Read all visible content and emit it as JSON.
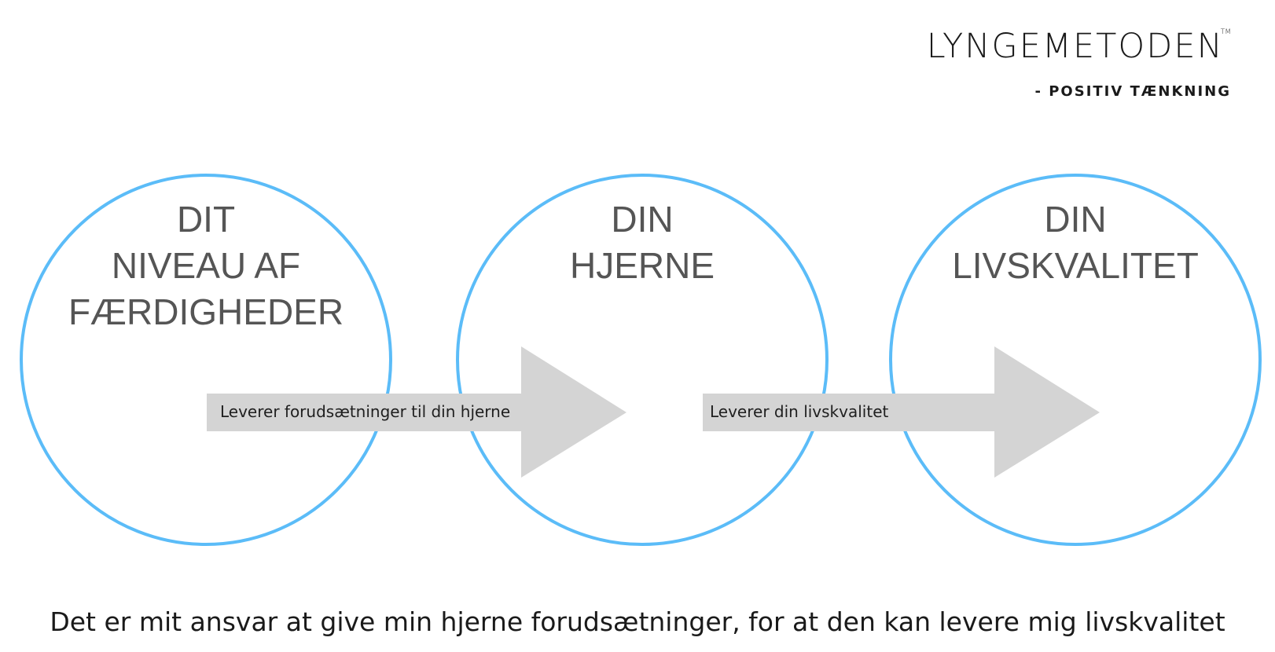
{
  "brand": {
    "title": "LYNGEMETODEN",
    "trademark": "TM",
    "tagline": "- POSITIV TÆNKNING"
  },
  "circles": [
    {
      "lines": [
        "DIT",
        "NIVEAU AF",
        "FÆRDIGHEDER"
      ]
    },
    {
      "lines": [
        "DIN",
        "HJERNE"
      ]
    },
    {
      "lines": [
        "DIN",
        "LIVSKVALITET"
      ]
    }
  ],
  "arrows": [
    {
      "label": "Leverer forudsætninger til din hjerne"
    },
    {
      "label": "Leverer din livskvalitet"
    }
  ],
  "footer": "Det er mit ansvar at give min hjerne forudsætninger, for at den kan levere mig livskvalitet",
  "colors": {
    "circle_stroke": "#5bbcf8",
    "arrow_fill": "#d4d4d4",
    "circle_text": "#555555",
    "text": "#1a1a1a"
  }
}
